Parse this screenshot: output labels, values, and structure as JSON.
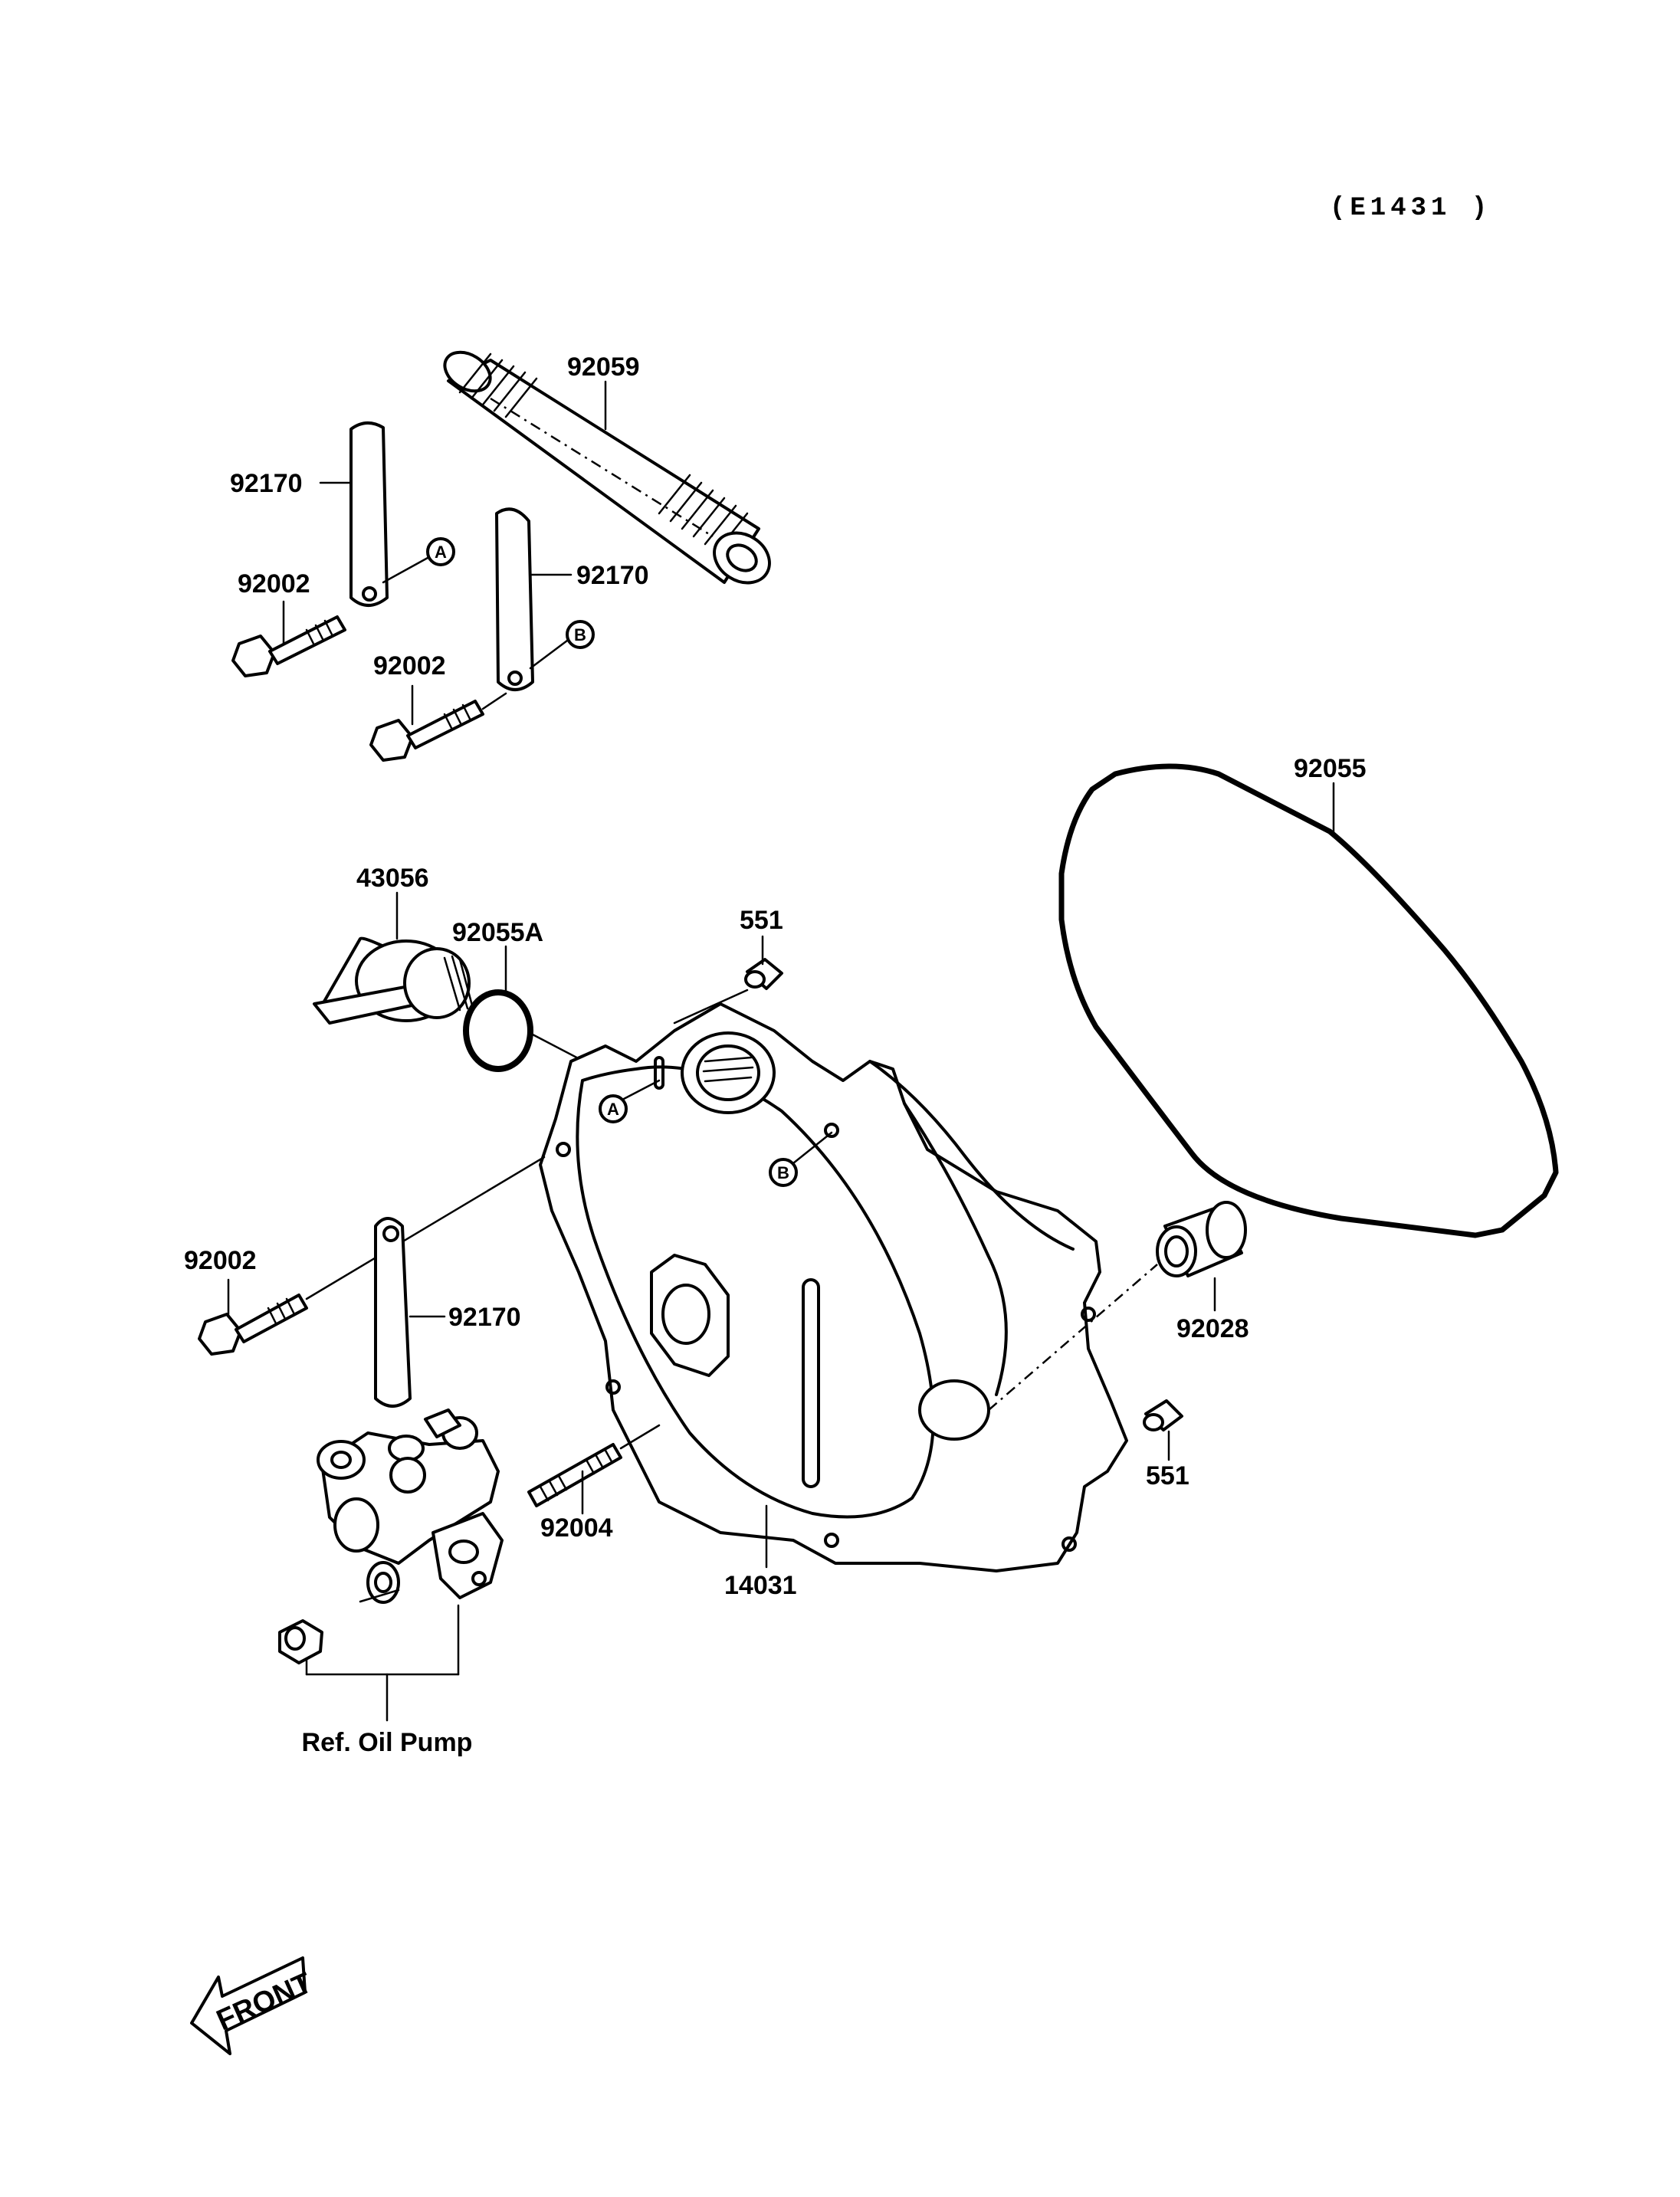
{
  "diagram_code": "(E1431 )",
  "labels": {
    "p92059": "92059",
    "p92170_a": "92170",
    "p92002_a": "92002",
    "p92170_b": "92170",
    "p92002_b": "92002",
    "p92055": "92055",
    "p43056": "43056",
    "p92055A": "92055A",
    "p551_top": "551",
    "p92002_c": "92002",
    "p92170_c": "92170",
    "p92028": "92028",
    "p551_bottom": "551",
    "p92004": "92004",
    "p14031": "14031",
    "ref_oil_pump": "Ref. Oil Pump"
  },
  "markers": {
    "a1": "A",
    "b1": "B",
    "a2": "A",
    "b2": "B"
  },
  "front_arrow": "FRONT"
}
